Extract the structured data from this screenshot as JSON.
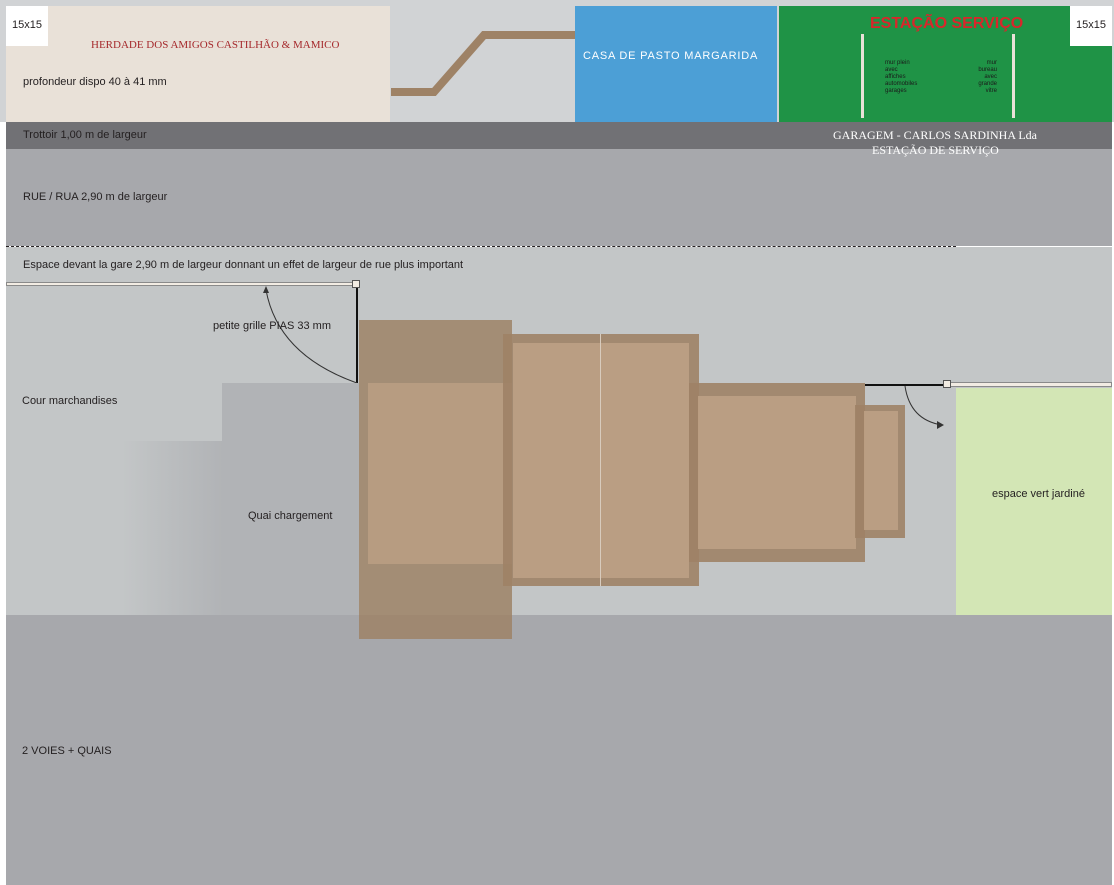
{
  "top": {
    "marker_left": "15x15",
    "marker_right": "15x15",
    "herdade": {
      "name": "HERDADE DOS AMIGOS CASTILHÃO & MAMICO",
      "depth_note": "profondeur dispo 40 à 41 mm",
      "color": "#e9e1d8"
    },
    "casa": {
      "name": "CASA DE PASTO MARGARIDA",
      "color": "#4c9fd6"
    },
    "estacao": {
      "title": "ESTAÇÃO SERVIÇO",
      "color": "#1f9346",
      "title_color": "#d9262b",
      "wall_left": [
        "mur plein",
        "avec",
        "affiches",
        "automobiles",
        "garages"
      ],
      "wall_right": [
        "mur",
        "bureau",
        "avec",
        "grande",
        "vitre"
      ]
    }
  },
  "labels": {
    "trottoir": "Trottoir 1,00 m de largeur",
    "garagem_line1": "GARAGEM - CARLOS SARDINHA Lda",
    "garagem_line2": "ESTAÇÃO DE SERVIÇO",
    "rue": "RUE / RUA  2,90 m de largeur",
    "espace_gare": "Espace devant la gare 2,90 m de largeur donnant un effet de largeur de rue plus important",
    "grille": "petite grille   PIAS 33 mm",
    "cour": "Cour marchandises",
    "quai": "Quai chargement",
    "vert": "espace vert jardiné",
    "voies": "2 VOIES + QUAIS"
  },
  "colors": {
    "trottoir": "#717175",
    "rue": "#a7a8ac",
    "espace": "#c3c6c7",
    "quai": "#b1b3b6",
    "vert": "#d3e6b5",
    "building": "#9e8266",
    "voies": "#a7a8ac"
  }
}
